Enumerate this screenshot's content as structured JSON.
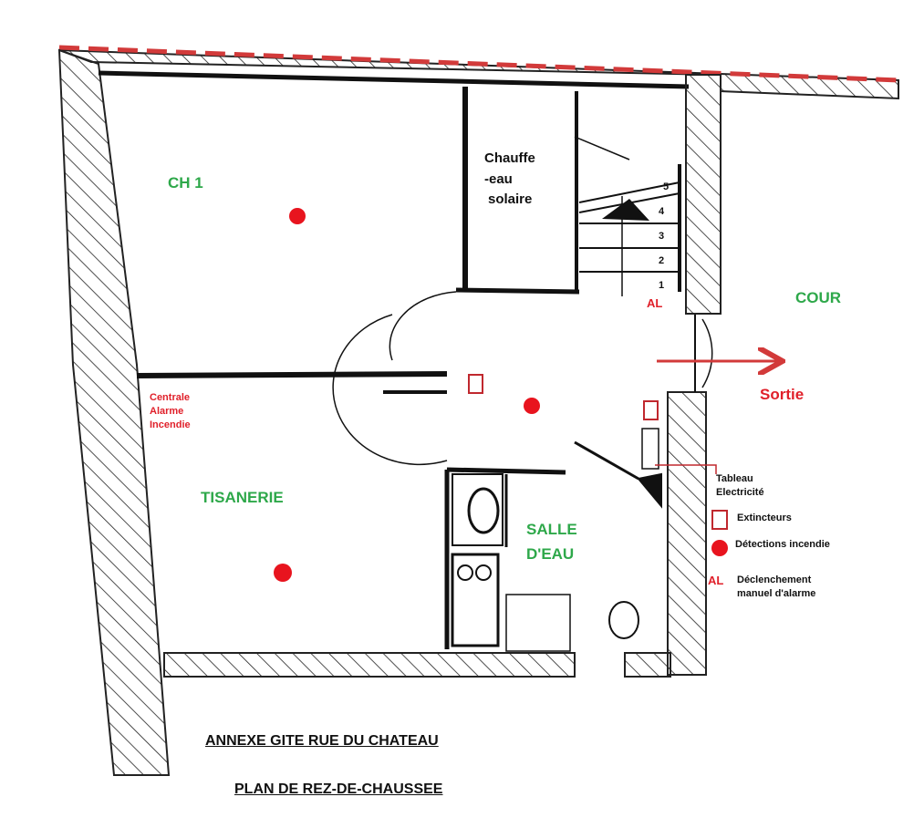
{
  "rooms": {
    "ch1": "CH 1",
    "chauffe_eau": [
      "Chauffe",
      "-eau",
      "solaire"
    ],
    "cour": "COUR",
    "tisanerie": "TISANERIE",
    "salle_deau": [
      "SALLE",
      "D'EAU"
    ]
  },
  "labels": {
    "sortie": "Sortie",
    "centrale_alarme": [
      "Centrale",
      "Alarme",
      "Incendie"
    ],
    "tableau_electricite": [
      "Tableau",
      "Electricité"
    ],
    "stairs_al": "AL",
    "stair_steps": [
      "5",
      "4",
      "3",
      "2",
      "1"
    ]
  },
  "legend": {
    "extincteurs": "Extincteurs",
    "detections": "Détections incendie",
    "al_symbol": "AL",
    "declenchement": [
      "Déclenchement",
      "manuel d'alarme"
    ]
  },
  "title": {
    "line1": "ANNEXE GITE RUE DU CHATEAU",
    "line2": "PLAN DE REZ-DE-CHAUSSEE"
  },
  "colors": {
    "green": "#2ea84a",
    "red": "#e0202a"
  }
}
